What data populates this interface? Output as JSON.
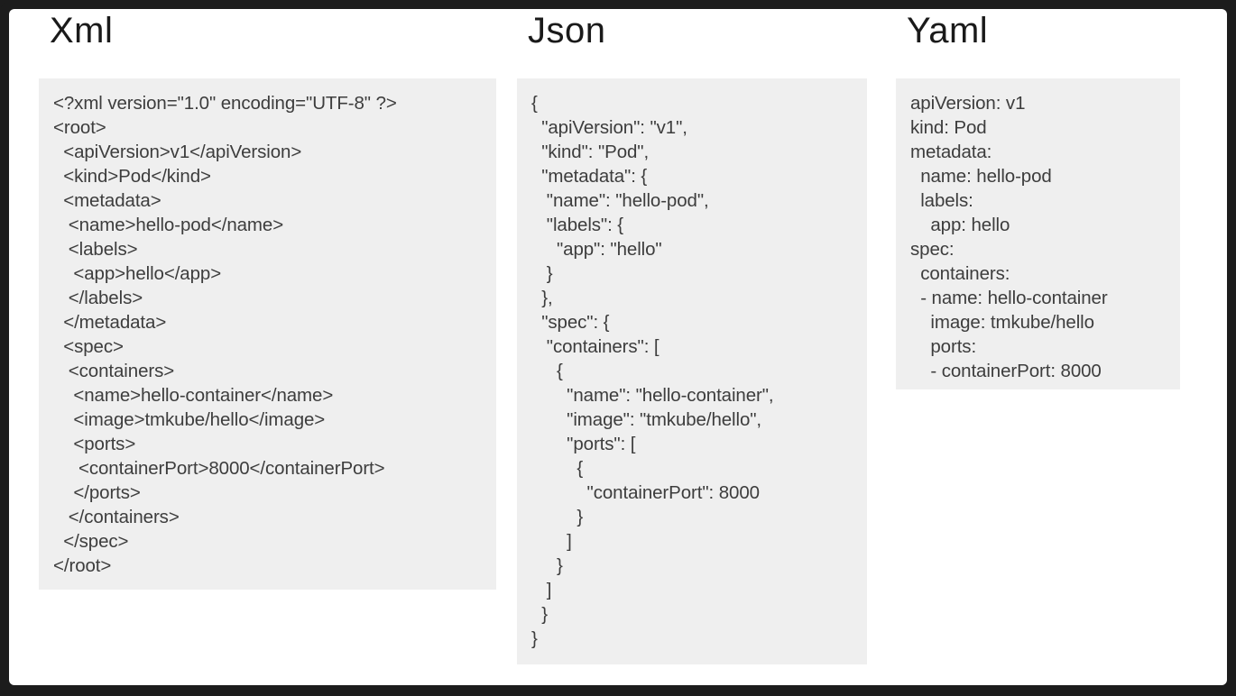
{
  "slide": {
    "background_color": "#ffffff",
    "frame_color": "#1c1c1c",
    "panel_color": "#efefef",
    "text_color": "#3d3d3d",
    "heading_color": "#1a1a1a"
  },
  "columns": [
    {
      "id": "xml",
      "heading": "Xml",
      "lines": [
        "<?xml version=\"1.0\" encoding=\"UTF-8\" ?>",
        "<root>",
        "  <apiVersion>v1</apiVersion>",
        "  <kind>Pod</kind>",
        "  <metadata>",
        "   <name>hello-pod</name>",
        "   <labels>",
        "    <app>hello</app>",
        "   </labels>",
        "  </metadata>",
        "  <spec>",
        "   <containers>",
        "    <name>hello-container</name>",
        "    <image>tmkube/hello</image>",
        "    <ports>",
        "     <containerPort>8000</containerPort>",
        "    </ports>",
        "   </containers>",
        "  </spec>",
        "</root>"
      ]
    },
    {
      "id": "json",
      "heading": "Json",
      "lines": [
        "{",
        "  \"apiVersion\": \"v1\",",
        "  \"kind\": \"Pod\",",
        "  \"metadata\": {",
        "   \"name\": \"hello-pod\",",
        "   \"labels\": {",
        "     \"app\": \"hello\"",
        "   }",
        "  },",
        "  \"spec\": {",
        "   \"containers\": [",
        "     {",
        "       \"name\": \"hello-container\",",
        "       \"image\": \"tmkube/hello\",",
        "       \"ports\": [",
        "         {",
        "           \"containerPort\": 8000",
        "         }",
        "       ]",
        "     }",
        "   ]",
        "  }",
        "}"
      ]
    },
    {
      "id": "yaml",
      "heading": "Yaml",
      "lines": [
        "apiVersion: v1",
        "kind: Pod",
        "metadata:",
        "  name: hello-pod",
        "  labels:",
        "    app: hello",
        "spec:",
        "  containers:",
        "  - name: hello-container",
        "    image: tmkube/hello",
        "    ports:",
        "    - containerPort: 8000"
      ]
    }
  ]
}
